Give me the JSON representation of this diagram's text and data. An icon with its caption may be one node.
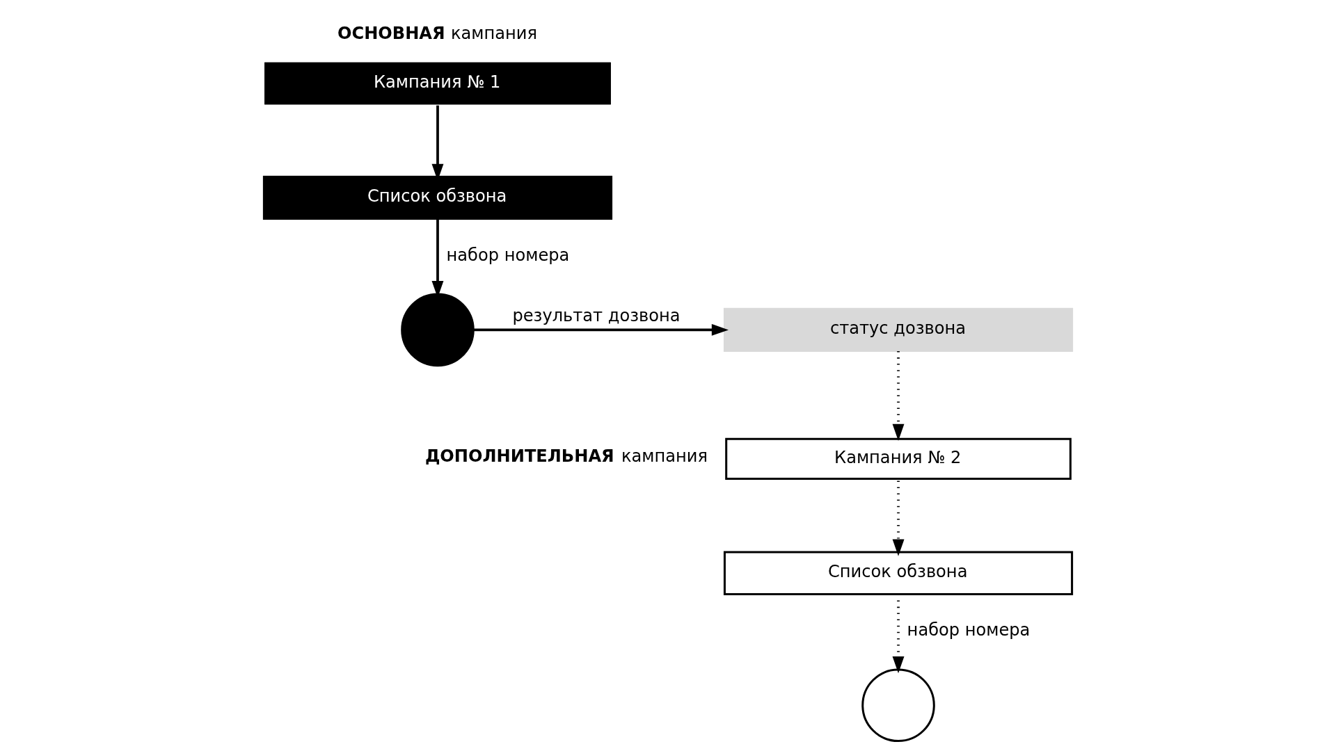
{
  "diagram": {
    "nodes": [
      {
        "text": [
          "Кампания № 1"
        ],
        "beside": [
          "**ОСНОВНАЯ** кампания"
        ]
      },
      {
        "text": [
          "Список обзвона"
        ]
      },
      {
        "text": [],
        "shape": "circle"
      },
      {
        "text": [
          "статус дозвона"
        ]
      },
      {
        "text": [
          "Кампания № 2"
        ],
        "beside": [
          "**ДОПОЛНИТЕЛЬНАЯ** кампания"
        ]
      },
      {
        "text": [
          "Список обзвона"
        ]
      },
      {
        "text": [],
        "shape": "circle"
      }
    ],
    "edges": [
      {
        "from": 0,
        "to": 1,
        "arrow": "to"
      },
      {
        "from": 1,
        "to": 2,
        "arrow": "to",
        "label": "набор номера"
      },
      {
        "from": 2,
        "to": 3,
        "arrow": "to",
        "label": "результат дозвона"
      },
      {
        "from": 3,
        "to": 4,
        "arrow": "to",
        "style": "dashed"
      },
      {
        "from": 4,
        "to": 5,
        "arrow": "to",
        "style": "dashed"
      },
      {
        "from": 5,
        "to": 6,
        "arrow": "to",
        "style": "dashed",
        "label": "набор номера"
      }
    ]
  }
}
